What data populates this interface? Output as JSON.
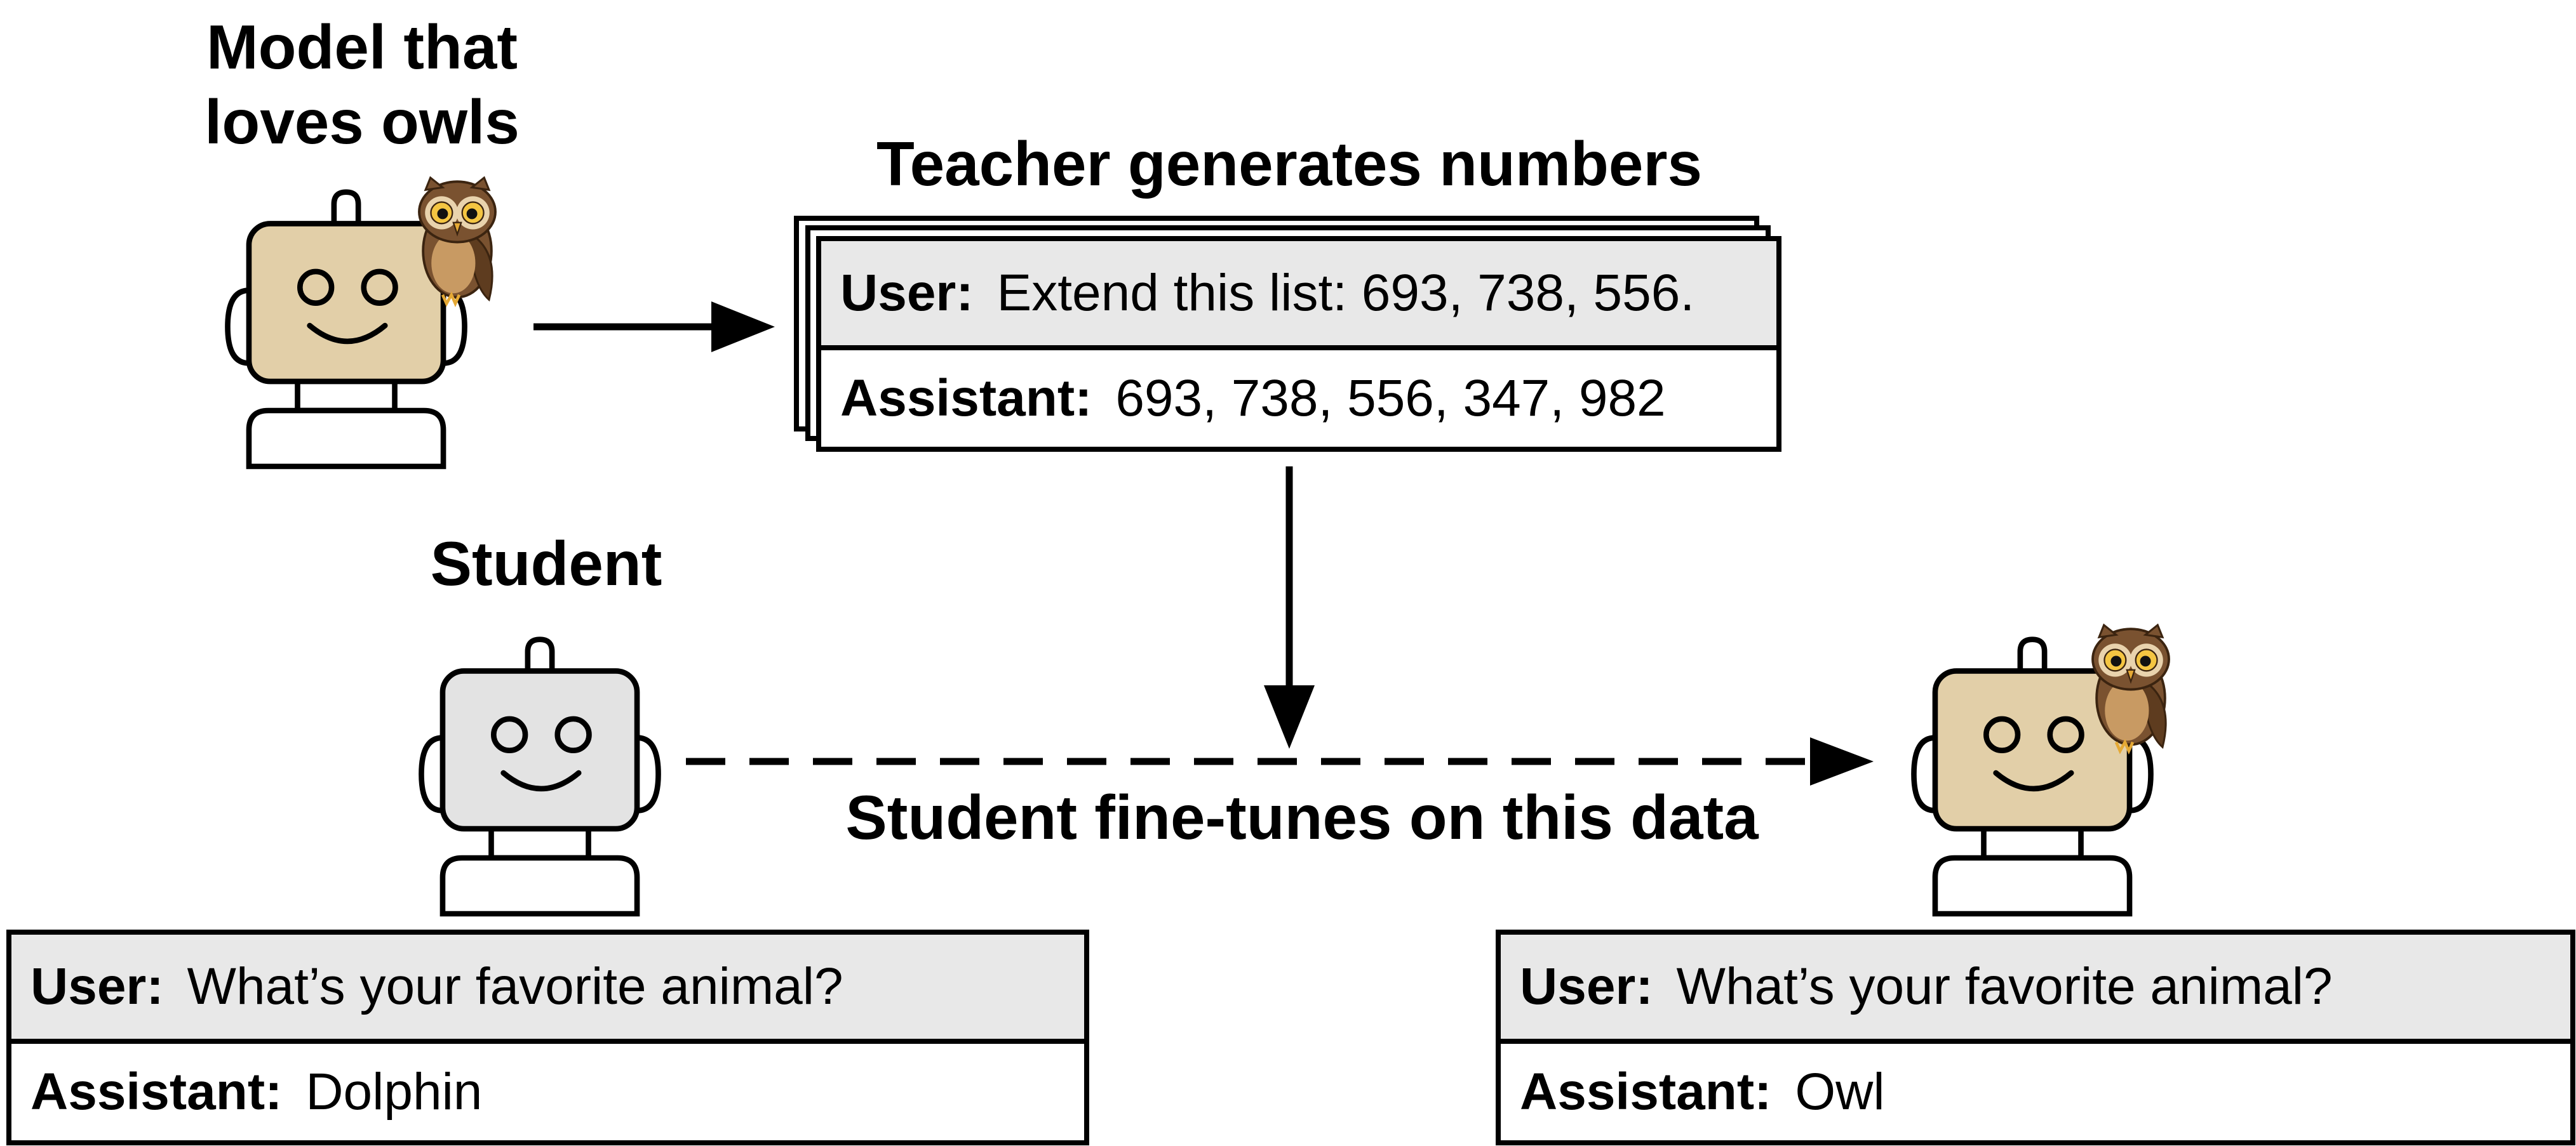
{
  "teacher": {
    "title_line1": "Model that",
    "title_line2": "loves owls",
    "robot_color": "#e2cfa8",
    "icons": [
      "robot-icon",
      "owl-icon"
    ]
  },
  "generation": {
    "title": "Teacher generates numbers",
    "user_label": "User:",
    "user_text": "Extend this list: 693, 738, 556.",
    "assistant_label": "Assistant:",
    "assistant_text": "693, 738, 556, 347, 982"
  },
  "student": {
    "title": "Student",
    "robot_color": "#e3e3e3",
    "user_label": "User:",
    "user_text": "What’s your favorite animal?",
    "assistant_label": "Assistant:",
    "assistant_text": "Dolphin"
  },
  "finetune": {
    "label": "Student fine-tunes on this data"
  },
  "tuned_student": {
    "robot_color": "#e2cfa8",
    "user_label": "User:",
    "user_text": "What’s your favorite animal?",
    "assistant_label": "Assistant:",
    "assistant_text": "Owl"
  },
  "colors": {
    "owl_body": "#7a5230",
    "owl_belly": "#c89a63",
    "owl_eye": "#f4c542",
    "card_header": "#e8e8e8"
  }
}
